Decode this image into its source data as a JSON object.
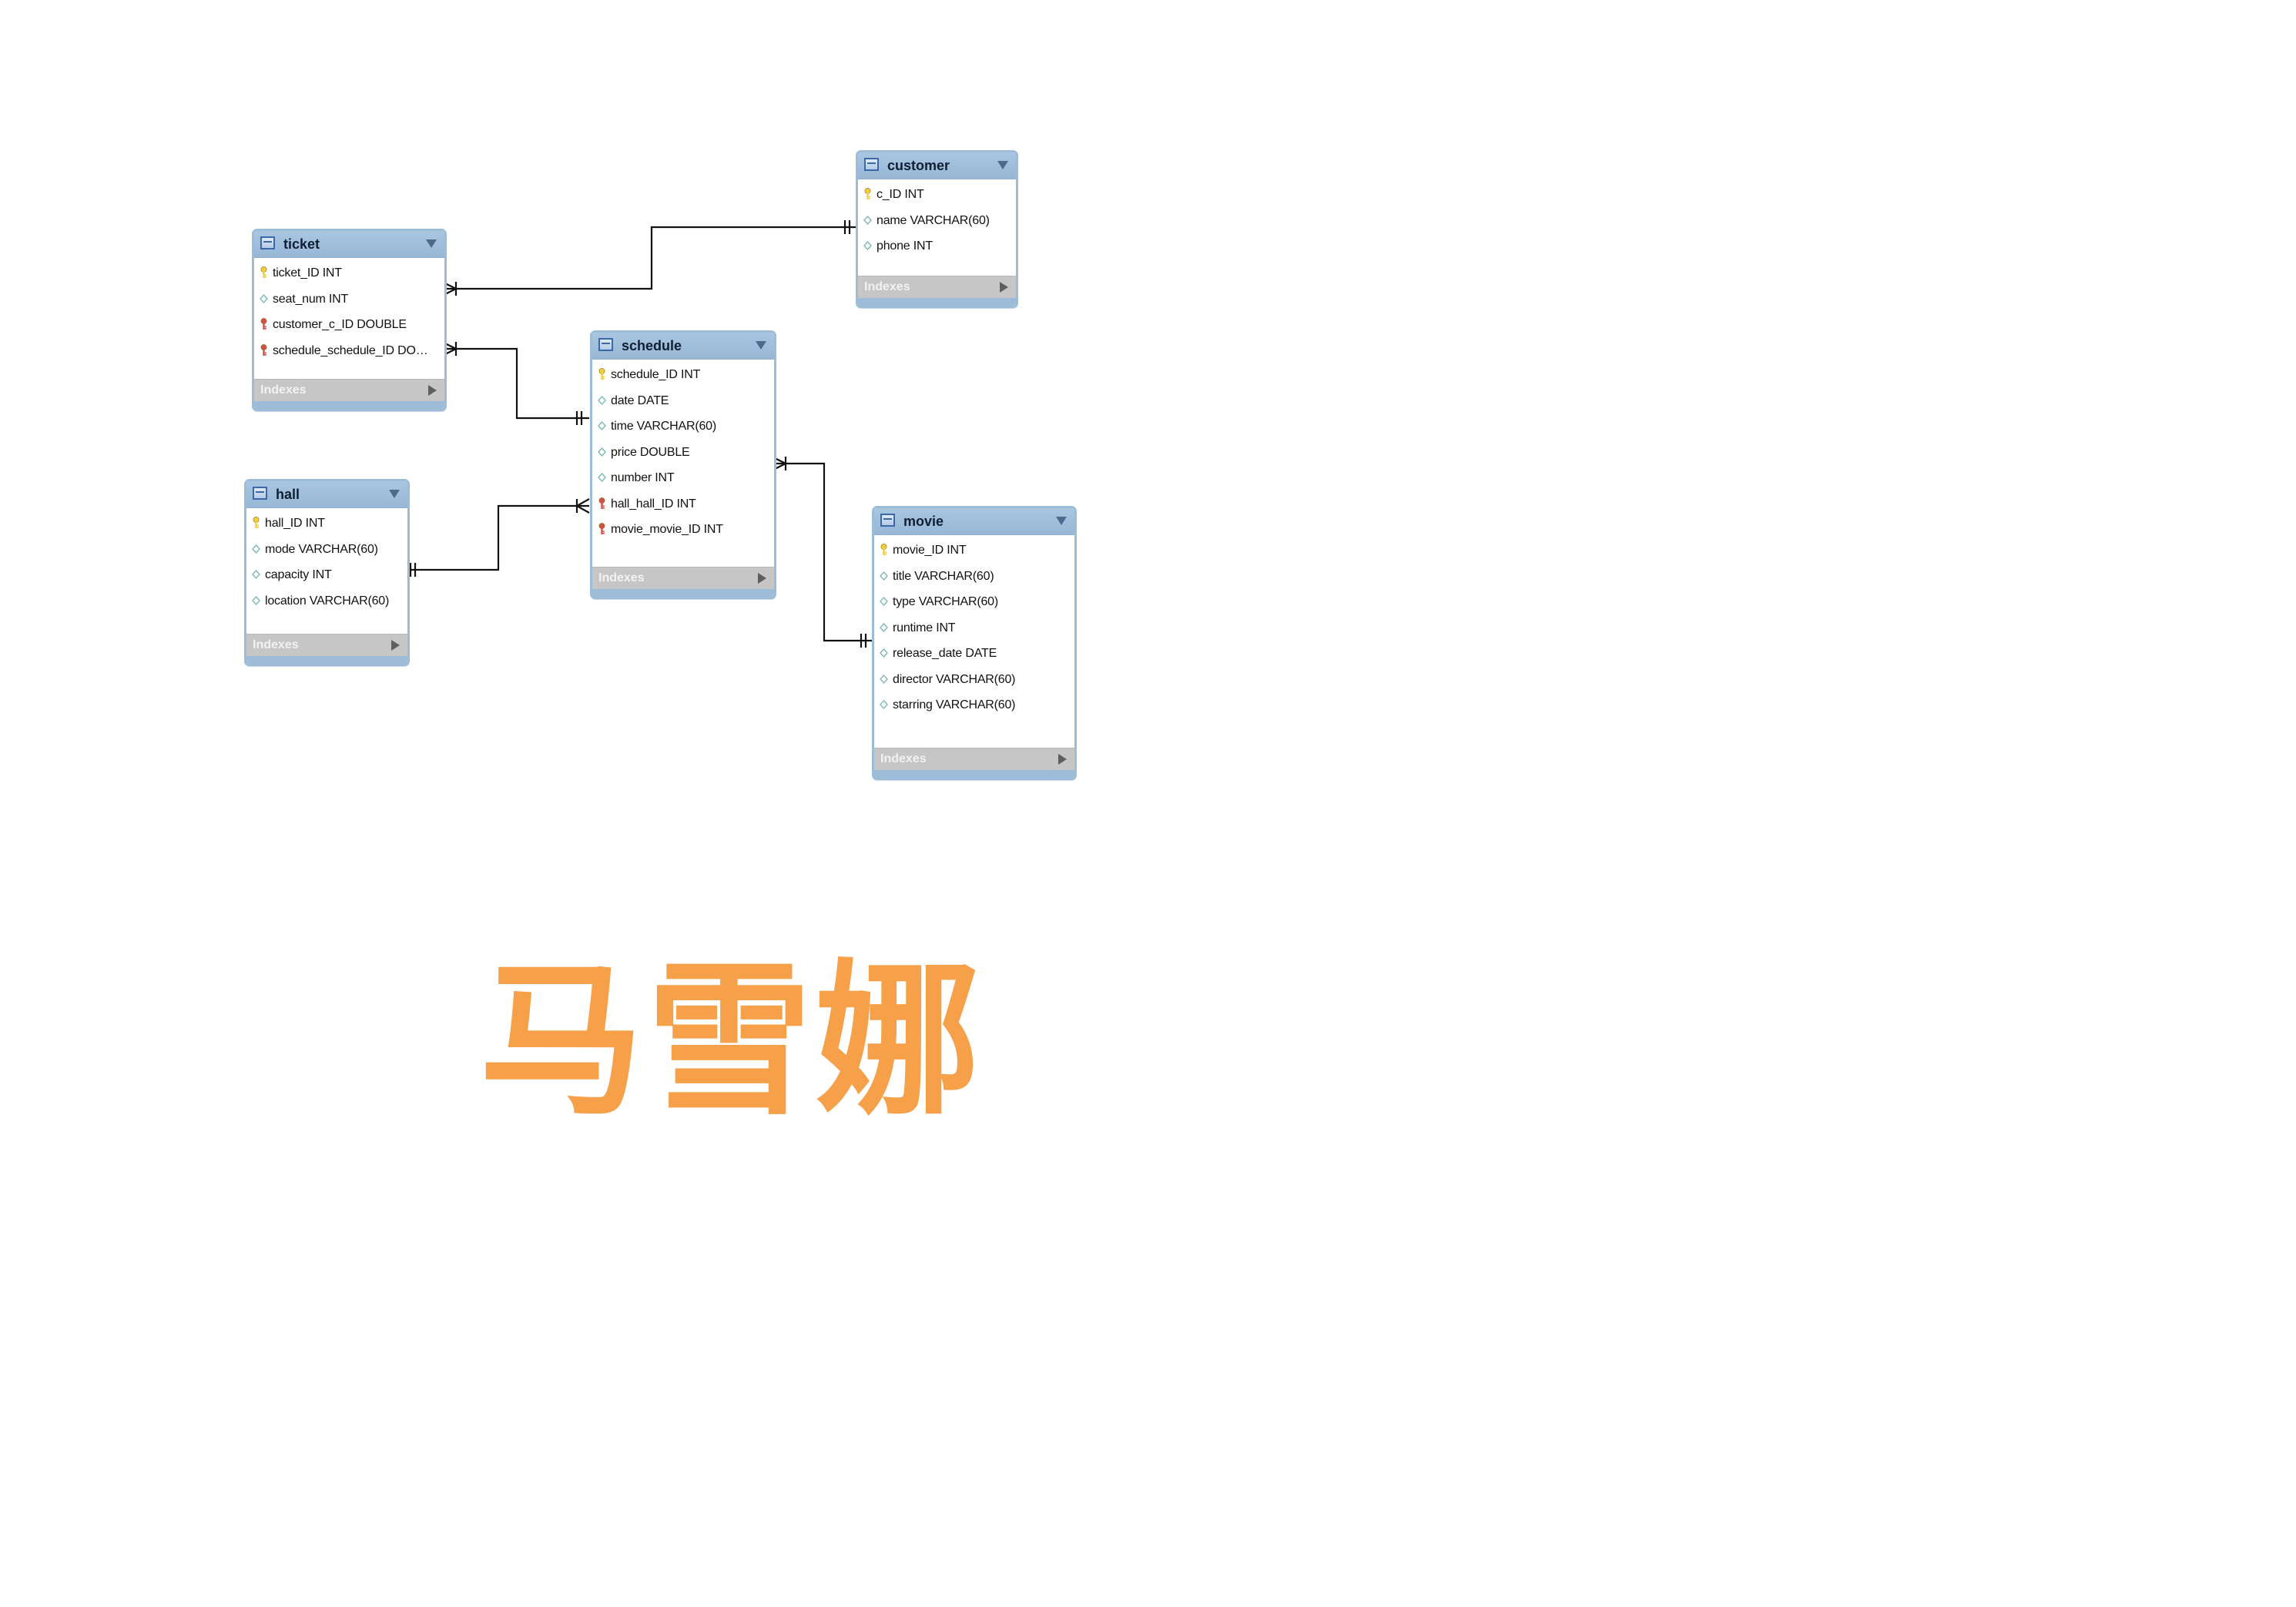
{
  "diagram": {
    "tables": [
      {
        "name": "ticket",
        "columns": [
          {
            "icon": "primary-key-icon",
            "text": "ticket_ID INT"
          },
          {
            "icon": "column-icon",
            "text": "seat_num INT"
          },
          {
            "icon": "foreign-key-icon",
            "text": "customer_c_ID DOUBLE"
          },
          {
            "icon": "foreign-key-icon",
            "text": "schedule_schedule_ID DO…"
          }
        ],
        "indexes_label": "Indexes"
      },
      {
        "name": "customer",
        "columns": [
          {
            "icon": "primary-key-icon",
            "text": "c_ID INT"
          },
          {
            "icon": "column-icon",
            "text": "name VARCHAR(60)"
          },
          {
            "icon": "column-icon",
            "text": "phone INT"
          }
        ],
        "indexes_label": "Indexes"
      },
      {
        "name": "schedule",
        "columns": [
          {
            "icon": "primary-key-icon",
            "text": "schedule_ID INT"
          },
          {
            "icon": "column-icon",
            "text": "date DATE"
          },
          {
            "icon": "column-icon",
            "text": "time VARCHAR(60)"
          },
          {
            "icon": "column-icon",
            "text": "price DOUBLE"
          },
          {
            "icon": "column-icon",
            "text": "number INT"
          },
          {
            "icon": "foreign-key-icon",
            "text": "hall_hall_ID INT"
          },
          {
            "icon": "foreign-key-icon",
            "text": "movie_movie_ID INT"
          }
        ],
        "indexes_label": "Indexes"
      },
      {
        "name": "hall",
        "columns": [
          {
            "icon": "primary-key-icon",
            "text": "hall_ID INT"
          },
          {
            "icon": "column-icon",
            "text": "mode VARCHAR(60)"
          },
          {
            "icon": "column-icon",
            "text": "capacity INT"
          },
          {
            "icon": "column-icon",
            "text": "location VARCHAR(60)"
          }
        ],
        "indexes_label": "Indexes"
      },
      {
        "name": "movie",
        "columns": [
          {
            "icon": "primary-key-icon",
            "text": "movie_ID INT"
          },
          {
            "icon": "column-icon",
            "text": "title VARCHAR(60)"
          },
          {
            "icon": "column-icon",
            "text": "type VARCHAR(60)"
          },
          {
            "icon": "column-icon",
            "text": "runtime INT"
          },
          {
            "icon": "column-icon",
            "text": "release_date DATE"
          },
          {
            "icon": "column-icon",
            "text": "director VARCHAR(60)"
          },
          {
            "icon": "column-icon",
            "text": "starring VARCHAR(60)"
          }
        ],
        "indexes_label": "Indexes"
      }
    ],
    "relationships": [
      {
        "from": "ticket",
        "to": "customer",
        "many_end": "ticket",
        "one_end": "customer"
      },
      {
        "from": "ticket",
        "to": "schedule",
        "many_end": "ticket",
        "one_end": "schedule"
      },
      {
        "from": "schedule",
        "to": "hall",
        "many_end": "schedule",
        "one_end": "hall"
      },
      {
        "from": "schedule",
        "to": "movie",
        "many_end": "schedule",
        "one_end": "movie"
      }
    ],
    "colors": {
      "header": "#a9c6e1",
      "border": "#9cbcd8",
      "indexes_bar": "#c6c6c6",
      "primary_key": "#f2cf3a",
      "foreign_key": "#d0504a",
      "column": "#7fb8b8",
      "watermark": "#f6a04a",
      "connector": "#111111"
    }
  },
  "watermark": {
    "text": "马雪娜"
  }
}
